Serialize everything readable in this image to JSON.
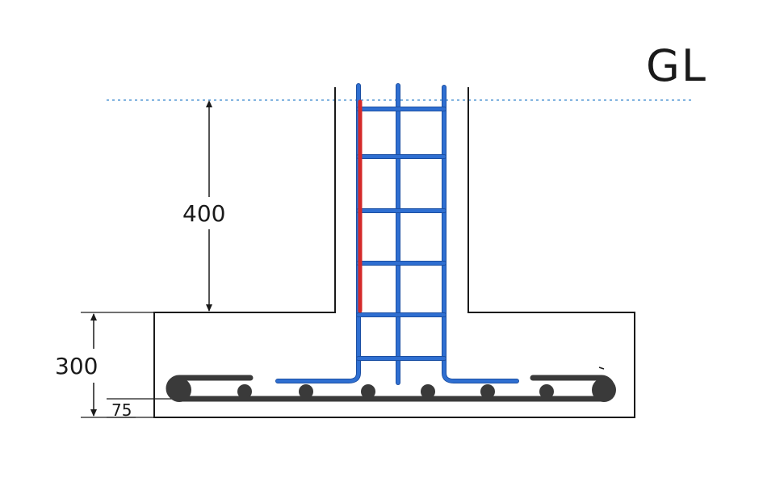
{
  "labels": {
    "ground_level": "GL",
    "pedestal_height": "400",
    "footing_depth": "300",
    "cover": "75"
  },
  "colors": {
    "outline": "#1a1a1a",
    "column_bar": "#2f6fd1",
    "column_bar_edge": "#1b4fa3",
    "dowel_highlight": "#d42a2a",
    "footing_bar": "#3a3a3a",
    "gl_line": "#5a9bd5"
  }
}
